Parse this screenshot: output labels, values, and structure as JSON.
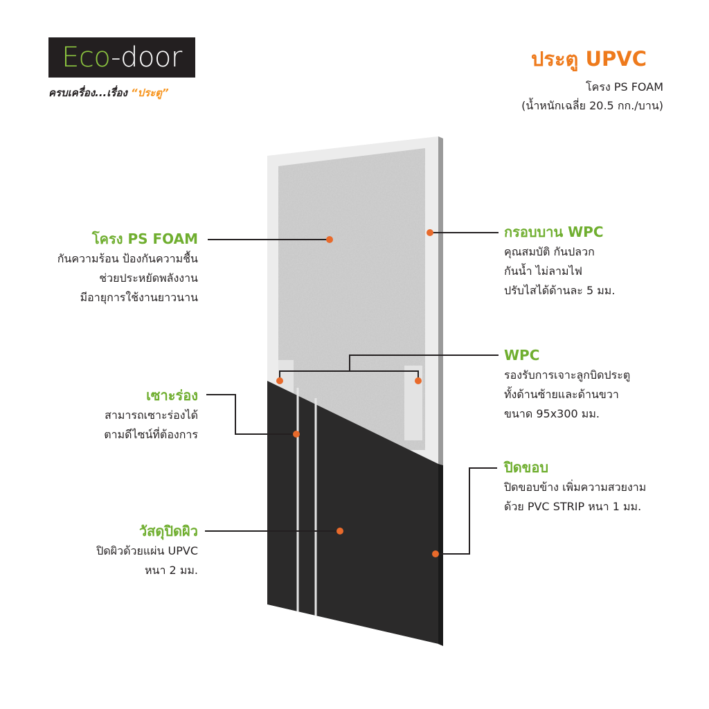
{
  "brand": {
    "logo_eco": "Eco",
    "logo_door": "-door",
    "tagline_main": "ครบเครื่อง...เรื่อง",
    "tagline_quote": "“ประตู”"
  },
  "header": {
    "title": "ประตู UPVC",
    "subtitle_line1": "โครง PS FOAM",
    "subtitle_line2": "(น้ำหนักเฉลี่ย 20.5 กก./บาน)"
  },
  "callouts": {
    "ps_foam": {
      "heading": "โครง PS FOAM",
      "lines": [
        "กันความร้อน ป้องกันความชื้น",
        "ช่วยประหยัดพลังงาน",
        "มีอายุการใช้งานยาวนาน"
      ]
    },
    "groove": {
      "heading": "เซาะร่อง",
      "lines": [
        "สามารถเซาะร่องได้",
        "ตามดีไซน์ที่ต้องการ"
      ]
    },
    "surface": {
      "heading": "วัสดุปิดผิว",
      "lines": [
        "ปิดผิวด้วยแผ่น UPVC",
        "หนา 2 มม."
      ]
    },
    "wpc_frame": {
      "heading": "กรอบบาน WPC",
      "lines": [
        "คุณสมบัติ กันปลวก",
        "กันน้ำ ไม่ลามไฟ",
        "ปรับไสได้ด้านละ 5 มม."
      ]
    },
    "wpc": {
      "heading": "WPC",
      "lines": [
        "รองรับการเจาะลูกบิดประตู",
        "ทั้งด้านซ้ายและด้านขวา",
        "ขนาด 95x300 มม."
      ]
    },
    "edge": {
      "heading": "ปิดขอบ",
      "lines": [
        "ปิดขอบข้าง เพิ่มความสวยงาม",
        "ด้วย PVC STRIP หนา 1 มม."
      ]
    }
  },
  "colors": {
    "brand_green": "#6fae2f",
    "title_orange": "#ee7a1c",
    "marker_orange": "#e86a2b",
    "door_dark": "#2b2a2a",
    "foam_gray": "#c4c4c4",
    "frame_white": "#ededed"
  }
}
